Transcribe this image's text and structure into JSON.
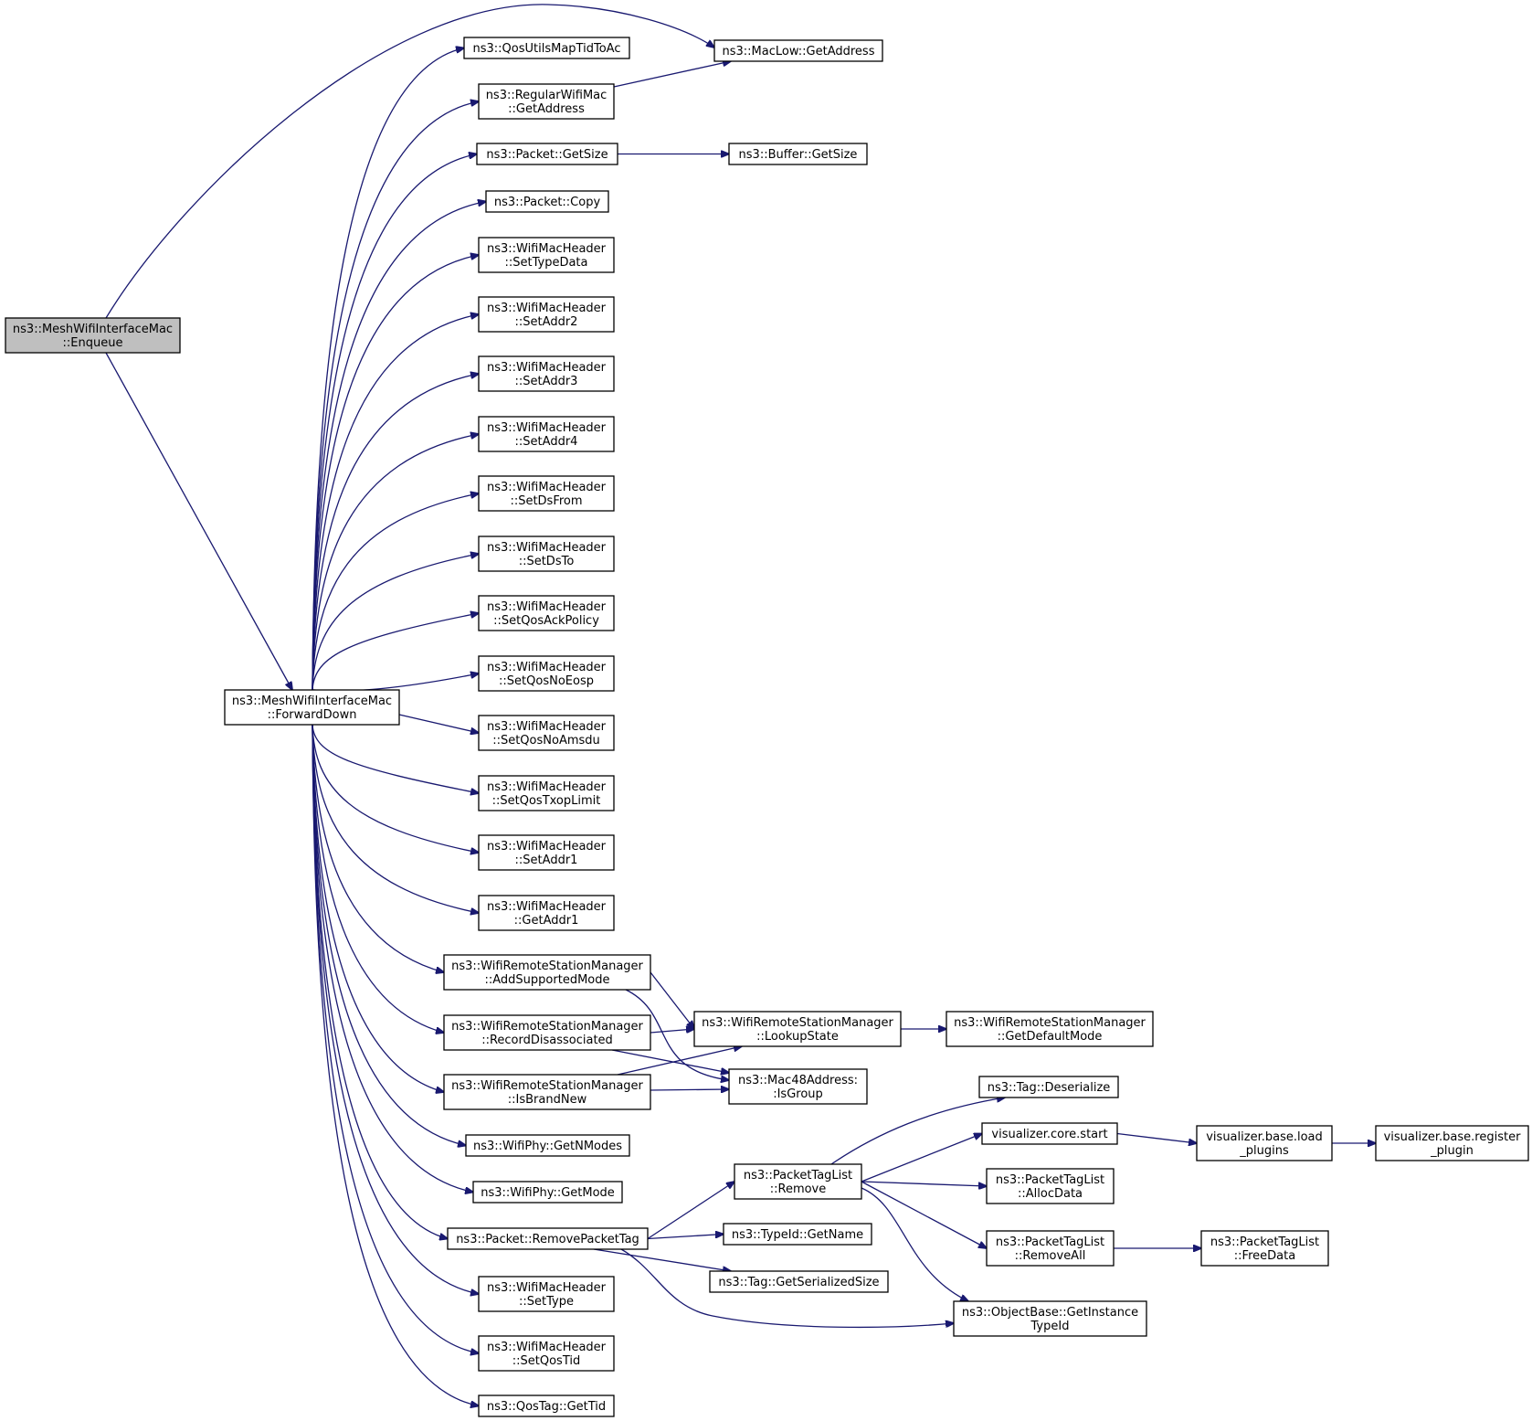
{
  "diagram": {
    "type": "call-graph",
    "nodes": [
      {
        "id": "enqueue",
        "lines": [
          "ns3::MeshWifiInterfaceMac",
          "::Enqueue"
        ],
        "highlight": true
      },
      {
        "id": "forwarddown",
        "lines": [
          "ns3::MeshWifiInterfaceMac",
          "::ForwardDown"
        ]
      },
      {
        "id": "qosutils",
        "lines": [
          "ns3::QosUtilsMapTidToAc"
        ]
      },
      {
        "id": "maclow",
        "lines": [
          "ns3::MacLow::GetAddress"
        ]
      },
      {
        "id": "regular",
        "lines": [
          "ns3::RegularWifiMac",
          "::GetAddress"
        ]
      },
      {
        "id": "pktsize",
        "lines": [
          "ns3::Packet::GetSize"
        ]
      },
      {
        "id": "bufsize",
        "lines": [
          "ns3::Buffer::GetSize"
        ]
      },
      {
        "id": "pktcopy",
        "lines": [
          "ns3::Packet::Copy"
        ]
      },
      {
        "id": "settypedata",
        "lines": [
          "ns3::WifiMacHeader",
          "::SetTypeData"
        ]
      },
      {
        "id": "setaddr2",
        "lines": [
          "ns3::WifiMacHeader",
          "::SetAddr2"
        ]
      },
      {
        "id": "setaddr3",
        "lines": [
          "ns3::WifiMacHeader",
          "::SetAddr3"
        ]
      },
      {
        "id": "setaddr4",
        "lines": [
          "ns3::WifiMacHeader",
          "::SetAddr4"
        ]
      },
      {
        "id": "setdsfrom",
        "lines": [
          "ns3::WifiMacHeader",
          "::SetDsFrom"
        ]
      },
      {
        "id": "setdsto",
        "lines": [
          "ns3::WifiMacHeader",
          "::SetDsTo"
        ]
      },
      {
        "id": "setqosack",
        "lines": [
          "ns3::WifiMacHeader",
          "::SetQosAckPolicy"
        ]
      },
      {
        "id": "setqosnoeosp",
        "lines": [
          "ns3::WifiMacHeader",
          "::SetQosNoEosp"
        ]
      },
      {
        "id": "setqosnoamsdu",
        "lines": [
          "ns3::WifiMacHeader",
          "::SetQosNoAmsdu"
        ]
      },
      {
        "id": "setqostxop",
        "lines": [
          "ns3::WifiMacHeader",
          "::SetQosTxopLimit"
        ]
      },
      {
        "id": "setaddr1",
        "lines": [
          "ns3::WifiMacHeader",
          "::SetAddr1"
        ]
      },
      {
        "id": "getaddr1",
        "lines": [
          "ns3::WifiMacHeader",
          "::GetAddr1"
        ]
      },
      {
        "id": "addsupported",
        "lines": [
          "ns3::WifiRemoteStationManager",
          "::AddSupportedMode"
        ]
      },
      {
        "id": "lookupstate",
        "lines": [
          "ns3::WifiRemoteStationManager",
          "::LookupState"
        ]
      },
      {
        "id": "defaultmode",
        "lines": [
          "ns3::WifiRemoteStationManager",
          "::GetDefaultMode"
        ]
      },
      {
        "id": "recorddisassoc",
        "lines": [
          "ns3::WifiRemoteStationManager",
          "::RecordDisassociated"
        ]
      },
      {
        "id": "isgroup",
        "lines": [
          "ns3::Mac48Address:",
          ":IsGroup"
        ]
      },
      {
        "id": "isbrandnew",
        "lines": [
          "ns3::WifiRemoteStationManager",
          "::IsBrandNew"
        ]
      },
      {
        "id": "getnmodes",
        "lines": [
          "ns3::WifiPhy::GetNModes"
        ]
      },
      {
        "id": "getmode",
        "lines": [
          "ns3::WifiPhy::GetMode"
        ]
      },
      {
        "id": "removepkttag",
        "lines": [
          "ns3::Packet::RemovePacketTag"
        ]
      },
      {
        "id": "ptlremove",
        "lines": [
          "ns3::PacketTagList",
          "::Remove"
        ]
      },
      {
        "id": "tagdeser",
        "lines": [
          "ns3::Tag::Deserialize"
        ]
      },
      {
        "id": "viscore",
        "lines": [
          "visualizer.core.start"
        ]
      },
      {
        "id": "visload",
        "lines": [
          "visualizer.base.load",
          "_plugins"
        ]
      },
      {
        "id": "visreg",
        "lines": [
          "visualizer.base.register",
          "_plugin"
        ]
      },
      {
        "id": "allocdata",
        "lines": [
          "ns3::PacketTagList",
          "::AllocData"
        ]
      },
      {
        "id": "removeall",
        "lines": [
          "ns3::PacketTagList",
          "::RemoveAll"
        ]
      },
      {
        "id": "freedata",
        "lines": [
          "ns3::PacketTagList",
          "::FreeData"
        ]
      },
      {
        "id": "typeidname",
        "lines": [
          "ns3::TypeId::GetName"
        ]
      },
      {
        "id": "tagsersize",
        "lines": [
          "ns3::Tag::GetSerializedSize"
        ]
      },
      {
        "id": "instancetypeid",
        "lines": [
          "ns3::ObjectBase::GetInstance",
          "TypeId"
        ]
      },
      {
        "id": "settype",
        "lines": [
          "ns3::WifiMacHeader",
          "::SetType"
        ]
      },
      {
        "id": "setqostid",
        "lines": [
          "ns3::WifiMacHeader",
          "::SetQosTid"
        ]
      },
      {
        "id": "qostaggettid",
        "lines": [
          "ns3::QosTag::GetTid"
        ]
      }
    ],
    "edges": [
      [
        "enqueue",
        "maclow"
      ],
      [
        "enqueue",
        "forwarddown"
      ],
      [
        "forwarddown",
        "qosutils"
      ],
      [
        "forwarddown",
        "regular"
      ],
      [
        "forwarddown",
        "pktsize"
      ],
      [
        "forwarddown",
        "pktcopy"
      ],
      [
        "forwarddown",
        "settypedata"
      ],
      [
        "forwarddown",
        "setaddr2"
      ],
      [
        "forwarddown",
        "setaddr3"
      ],
      [
        "forwarddown",
        "setaddr4"
      ],
      [
        "forwarddown",
        "setdsfrom"
      ],
      [
        "forwarddown",
        "setdsto"
      ],
      [
        "forwarddown",
        "setqosack"
      ],
      [
        "forwarddown",
        "setqosnoeosp"
      ],
      [
        "forwarddown",
        "setqosnoamsdu"
      ],
      [
        "forwarddown",
        "setqostxop"
      ],
      [
        "forwarddown",
        "setaddr1"
      ],
      [
        "forwarddown",
        "getaddr1"
      ],
      [
        "forwarddown",
        "addsupported"
      ],
      [
        "forwarddown",
        "recorddisassoc"
      ],
      [
        "forwarddown",
        "isbrandnew"
      ],
      [
        "forwarddown",
        "getnmodes"
      ],
      [
        "forwarddown",
        "getmode"
      ],
      [
        "forwarddown",
        "removepkttag"
      ],
      [
        "forwarddown",
        "settype"
      ],
      [
        "forwarddown",
        "setqostid"
      ],
      [
        "forwarddown",
        "qostaggettid"
      ],
      [
        "regular",
        "maclow"
      ],
      [
        "pktsize",
        "bufsize"
      ],
      [
        "addsupported",
        "lookupstate"
      ],
      [
        "addsupported",
        "isgroup"
      ],
      [
        "recorddisassoc",
        "lookupstate"
      ],
      [
        "recorddisassoc",
        "isgroup"
      ],
      [
        "isbrandnew",
        "lookupstate"
      ],
      [
        "isbrandnew",
        "isgroup"
      ],
      [
        "lookupstate",
        "defaultmode"
      ],
      [
        "removepkttag",
        "ptlremove"
      ],
      [
        "removepkttag",
        "typeidname"
      ],
      [
        "removepkttag",
        "tagsersize"
      ],
      [
        "removepkttag",
        "instancetypeid"
      ],
      [
        "ptlremove",
        "tagdeser"
      ],
      [
        "ptlremove",
        "viscore"
      ],
      [
        "ptlremove",
        "allocdata"
      ],
      [
        "ptlremove",
        "removeall"
      ],
      [
        "ptlremove",
        "instancetypeid"
      ],
      [
        "viscore",
        "visload"
      ],
      [
        "visload",
        "visreg"
      ],
      [
        "removeall",
        "freedata"
      ]
    ]
  },
  "colors": {
    "edge": "#191970",
    "node_border": "#000000",
    "node_fill": "#ffffff",
    "highlight_fill": "#bfbfbf"
  }
}
